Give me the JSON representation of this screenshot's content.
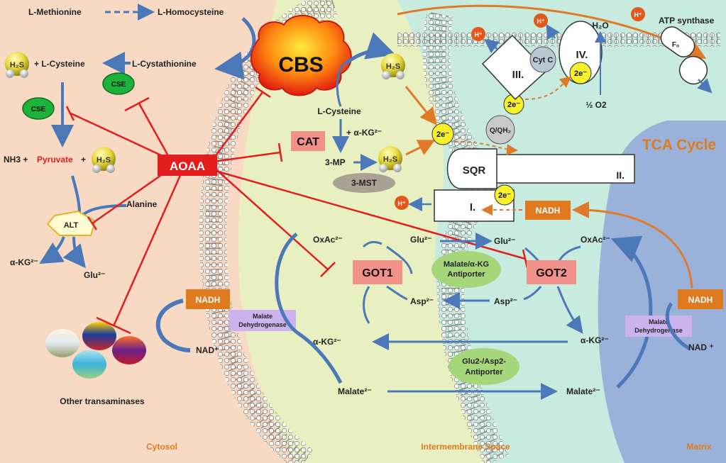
{
  "regions": {
    "cytosol": "Cytosol",
    "intermembrane": "Intermembrane Space",
    "matrix": "Matrix",
    "tca": "TCA Cycle"
  },
  "cytosol": {
    "l_methionine": "L-Methionine",
    "l_homocysteine": "L-Homocysteine",
    "l_cysteine_plus": "+ L-Cysteine",
    "l_cystathionine": "L-Cystathionine",
    "cse_1": "CSE",
    "cse_2": "CSE",
    "nh3_plus": "NH3 +",
    "pyruvate": "Pyruvate",
    "plus": "+",
    "alanine": "Alanine",
    "alt": "ALT",
    "akg": "α-KG²⁻",
    "glu": "Glu²⁻",
    "other_transaminases": "Other transaminases",
    "nadh": "NADH",
    "nad": "NAD⁺",
    "malate_dehydrogenase_1": "Malate",
    "malate_dehydrogenase_2": "Dehydrogenase"
  },
  "inhibitor": "AOAA",
  "cbs": "CBS",
  "h2s": "H₂S",
  "ims": {
    "l_cysteine": "L-Cysteine",
    "cat": "CAT",
    "plus_akg": "+ α-KG²⁻",
    "three_mp": "3-MP",
    "three_mst": "3-MST",
    "oxac": "OxAc²⁻",
    "glu": "Glu²⁻",
    "got1": "GOT1",
    "asp": "Asp²⁻",
    "akg": "α-KG²⁻",
    "malate": "Malate²⁻",
    "antiporter1_a": "Malate/α-KG",
    "antiporter1_b": "Antiporter",
    "antiporter2_a": "Glu2-/Asp2-",
    "antiporter2_b": "Antiporter"
  },
  "etc": {
    "sqr": "SQR",
    "complex_1": "I.",
    "complex_2": "II.",
    "complex_3": "III.",
    "complex_4": "IV.",
    "cyt_c": "Cyt C",
    "q": "Q/QH₂",
    "two_e": "2e⁻",
    "h_plus": "H⁺",
    "h2o": "H₂O",
    "half_o2": "½ O2",
    "atp_synthase": "ATP synthase",
    "fo": "Fₒ",
    "nadh": "NADH"
  },
  "matrix_side": {
    "glu": "Glu²⁻",
    "oxac": "OxAc²⁻",
    "got2": "GOT2",
    "asp": "Asp²⁻",
    "akg": "α-KG²⁻",
    "malate": "Malate²⁻",
    "nadh": "NADH",
    "nad": "NAD ⁺",
    "malate_dehydrogenase_1": "Malate",
    "malate_dehydrogenase_2": "Dehydrogenase"
  },
  "colors": {
    "inhibit_red": "#e31d1d",
    "orange": "#e07a2a",
    "blue_arrow": "#4a78b8",
    "enzyme_pink": "#f2908a",
    "green_enzyme": "#1db33a",
    "nadh_box": "#e07a1f",
    "lavender": "#cdb3ee"
  }
}
